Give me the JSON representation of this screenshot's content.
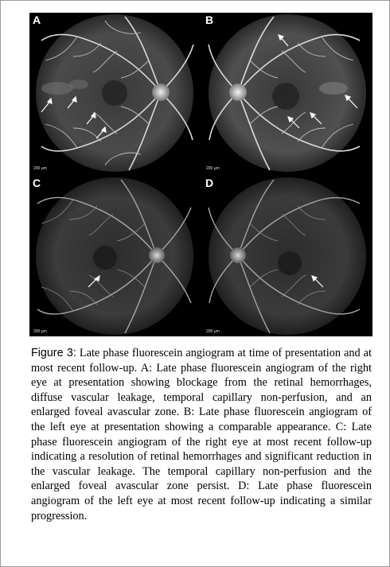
{
  "panels": [
    {
      "letter": "A",
      "scale": "200 μm"
    },
    {
      "letter": "B",
      "scale": "200 μm"
    },
    {
      "letter": "C",
      "scale": "200 μm"
    },
    {
      "letter": "D",
      "scale": "200 μm"
    }
  ],
  "caption": {
    "label": "Figure 3:",
    "text": "Late phase fluorescein angiogram at time of presentation and at most recent follow-up. A: Late phase fluorescein angiogram of the right eye at presentation showing blockage from the retinal hemorrhages, diffuse vascular leakage, temporal capillary non-perfusion, and an enlarged foveal avascular zone. B: Late phase fluorescein angiogram of the left eye at presentation showing a comparable appearance. C: Late phase fluorescein angiogram of the right eye at most recent follow-up indicating a resolution of retinal hemorrhages and significant reduction in the vascular leakage. The temporal capillary non-perfusion and the enlarged foveal avascular zone persist. D: Late phase fluorescein angiogram of the left eye at most recent follow-up indicating a similar progression."
  }
}
